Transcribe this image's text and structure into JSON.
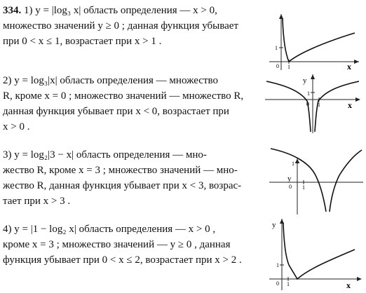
{
  "problem_number": "334.",
  "items": [
    {
      "lines": [
        "1)  y = |log₃ x|   область определения  —  x > 0,",
        "множество значений  y ≥ 0 ; данная функция убывает",
        "при  0 < x ≤ 1,  возрастает при  x > 1 ."
      ],
      "graph": {
        "x_label": "x",
        "y_label": "",
        "tick_labels": [
          "1",
          "0",
          "1"
        ]
      }
    },
    {
      "lines": [
        "2)  y = log₃|x|   область определения — множество",
        "R, кроме  x = 0 ; множество значений — множество R,",
        "данная функция убывает при  x < 0,  возрастает при",
        "x > 0 ."
      ],
      "graph": {
        "x_label": "x",
        "y_label": "y",
        "tick_labels": [
          "1",
          "0",
          "1"
        ]
      }
    },
    {
      "lines": [
        "3)  y = log₂|3 − x|   область определения — мно-",
        "жество R, кроме  x = 3 ; множество значений — мно-",
        "жество R, данная функция убывает при  x < 3,  возрас-",
        "тает при  x > 3 ."
      ],
      "graph": {
        "x_label": "",
        "y_label": "y",
        "tick_labels": [
          "1",
          "0",
          "1"
        ]
      }
    },
    {
      "lines": [
        "4)  y = |1 − log₂ x|   область определения — x > 0 ,",
        "кроме  x = 3 ; множество значений — y ≥ 0 , данная",
        "функция убывает при  0 < x ≤ 2,  возрастает при  x > 2 ."
      ],
      "graph": {
        "x_label": "x",
        "y_label": "y",
        "tick_labels": [
          "1",
          "0",
          "1"
        ]
      }
    }
  ]
}
